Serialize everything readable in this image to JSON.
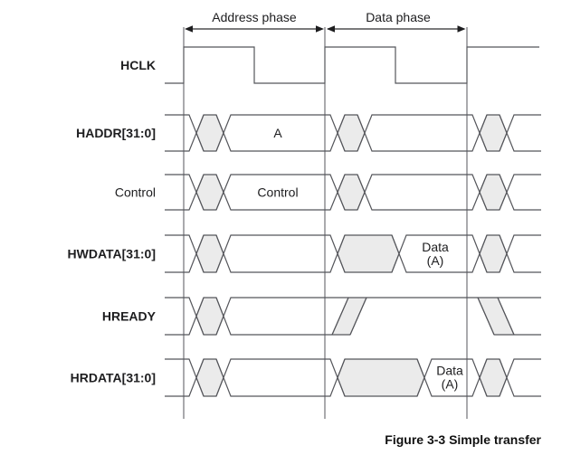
{
  "figure": {
    "caption": "Figure 3-3 Simple transfer",
    "phases": [
      {
        "label": "Address phase"
      },
      {
        "label": "Data phase"
      }
    ],
    "signals": [
      {
        "label": "HCLK",
        "type": "clock"
      },
      {
        "label": "HADDR[31:0]",
        "type": "bus",
        "value": "A"
      },
      {
        "label": "Control",
        "type": "bus",
        "value": "Control"
      },
      {
        "label": "HWDATA[31:0]",
        "type": "bus",
        "value_line1": "Data",
        "value_line2": "(A)"
      },
      {
        "label": "HREADY",
        "type": "level"
      },
      {
        "label": "HRDATA[31:0]",
        "type": "bus",
        "value_line1": "Data",
        "value_line2": "(A)"
      }
    ],
    "colors": {
      "line": "#55565b",
      "shade_fill": "#ebebeb",
      "text": "#1d1d1f",
      "background": "#ffffff"
    }
  }
}
